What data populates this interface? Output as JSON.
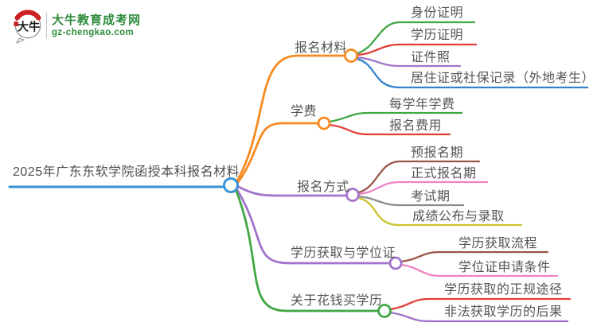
{
  "logo": {
    "icon_text": "大牛",
    "title": "大牛教育成考网",
    "subtitle": "gz-chengkao.com"
  },
  "palette": {
    "blue": "#3b93d6",
    "child_blue": "#3282cc",
    "orange": "#f78a20",
    "green": "#3fa744",
    "red": "#e03e38",
    "purple": "#a273cc",
    "brown": "#9b544b",
    "pink": "#ee82c6",
    "gray": "#8c8c8c",
    "olive": "#ccc22c",
    "logo_green": "#2e8b3c",
    "logo_red": "#cc2222",
    "label_text": "#555555"
  },
  "mindmap": {
    "root": {
      "label": "2025年广东东软学院函授本科报名材料"
    },
    "branches": [
      {
        "label": "报名材料",
        "children": [
          {
            "label": "身份证明"
          },
          {
            "label": "学历证明"
          },
          {
            "label": "证件照"
          },
          {
            "label": "居住证或社保记录（外地考生）"
          }
        ]
      },
      {
        "label": "学费",
        "children": [
          {
            "label": "每学年学费"
          },
          {
            "label": "报名费用"
          }
        ]
      },
      {
        "label": "报名方式",
        "children": [
          {
            "label": "预报名期"
          },
          {
            "label": "正式报名期"
          },
          {
            "label": "考试期"
          },
          {
            "label": "成绩公布与录取"
          }
        ]
      },
      {
        "label": "学历获取与学位证",
        "children": [
          {
            "label": "学历获取流程"
          },
          {
            "label": "学位证申请条件"
          }
        ]
      },
      {
        "label": "关于花钱买学历",
        "children": [
          {
            "label": "学历获取的正规途径"
          },
          {
            "label": "非法获取学历的后果"
          }
        ]
      }
    ]
  }
}
